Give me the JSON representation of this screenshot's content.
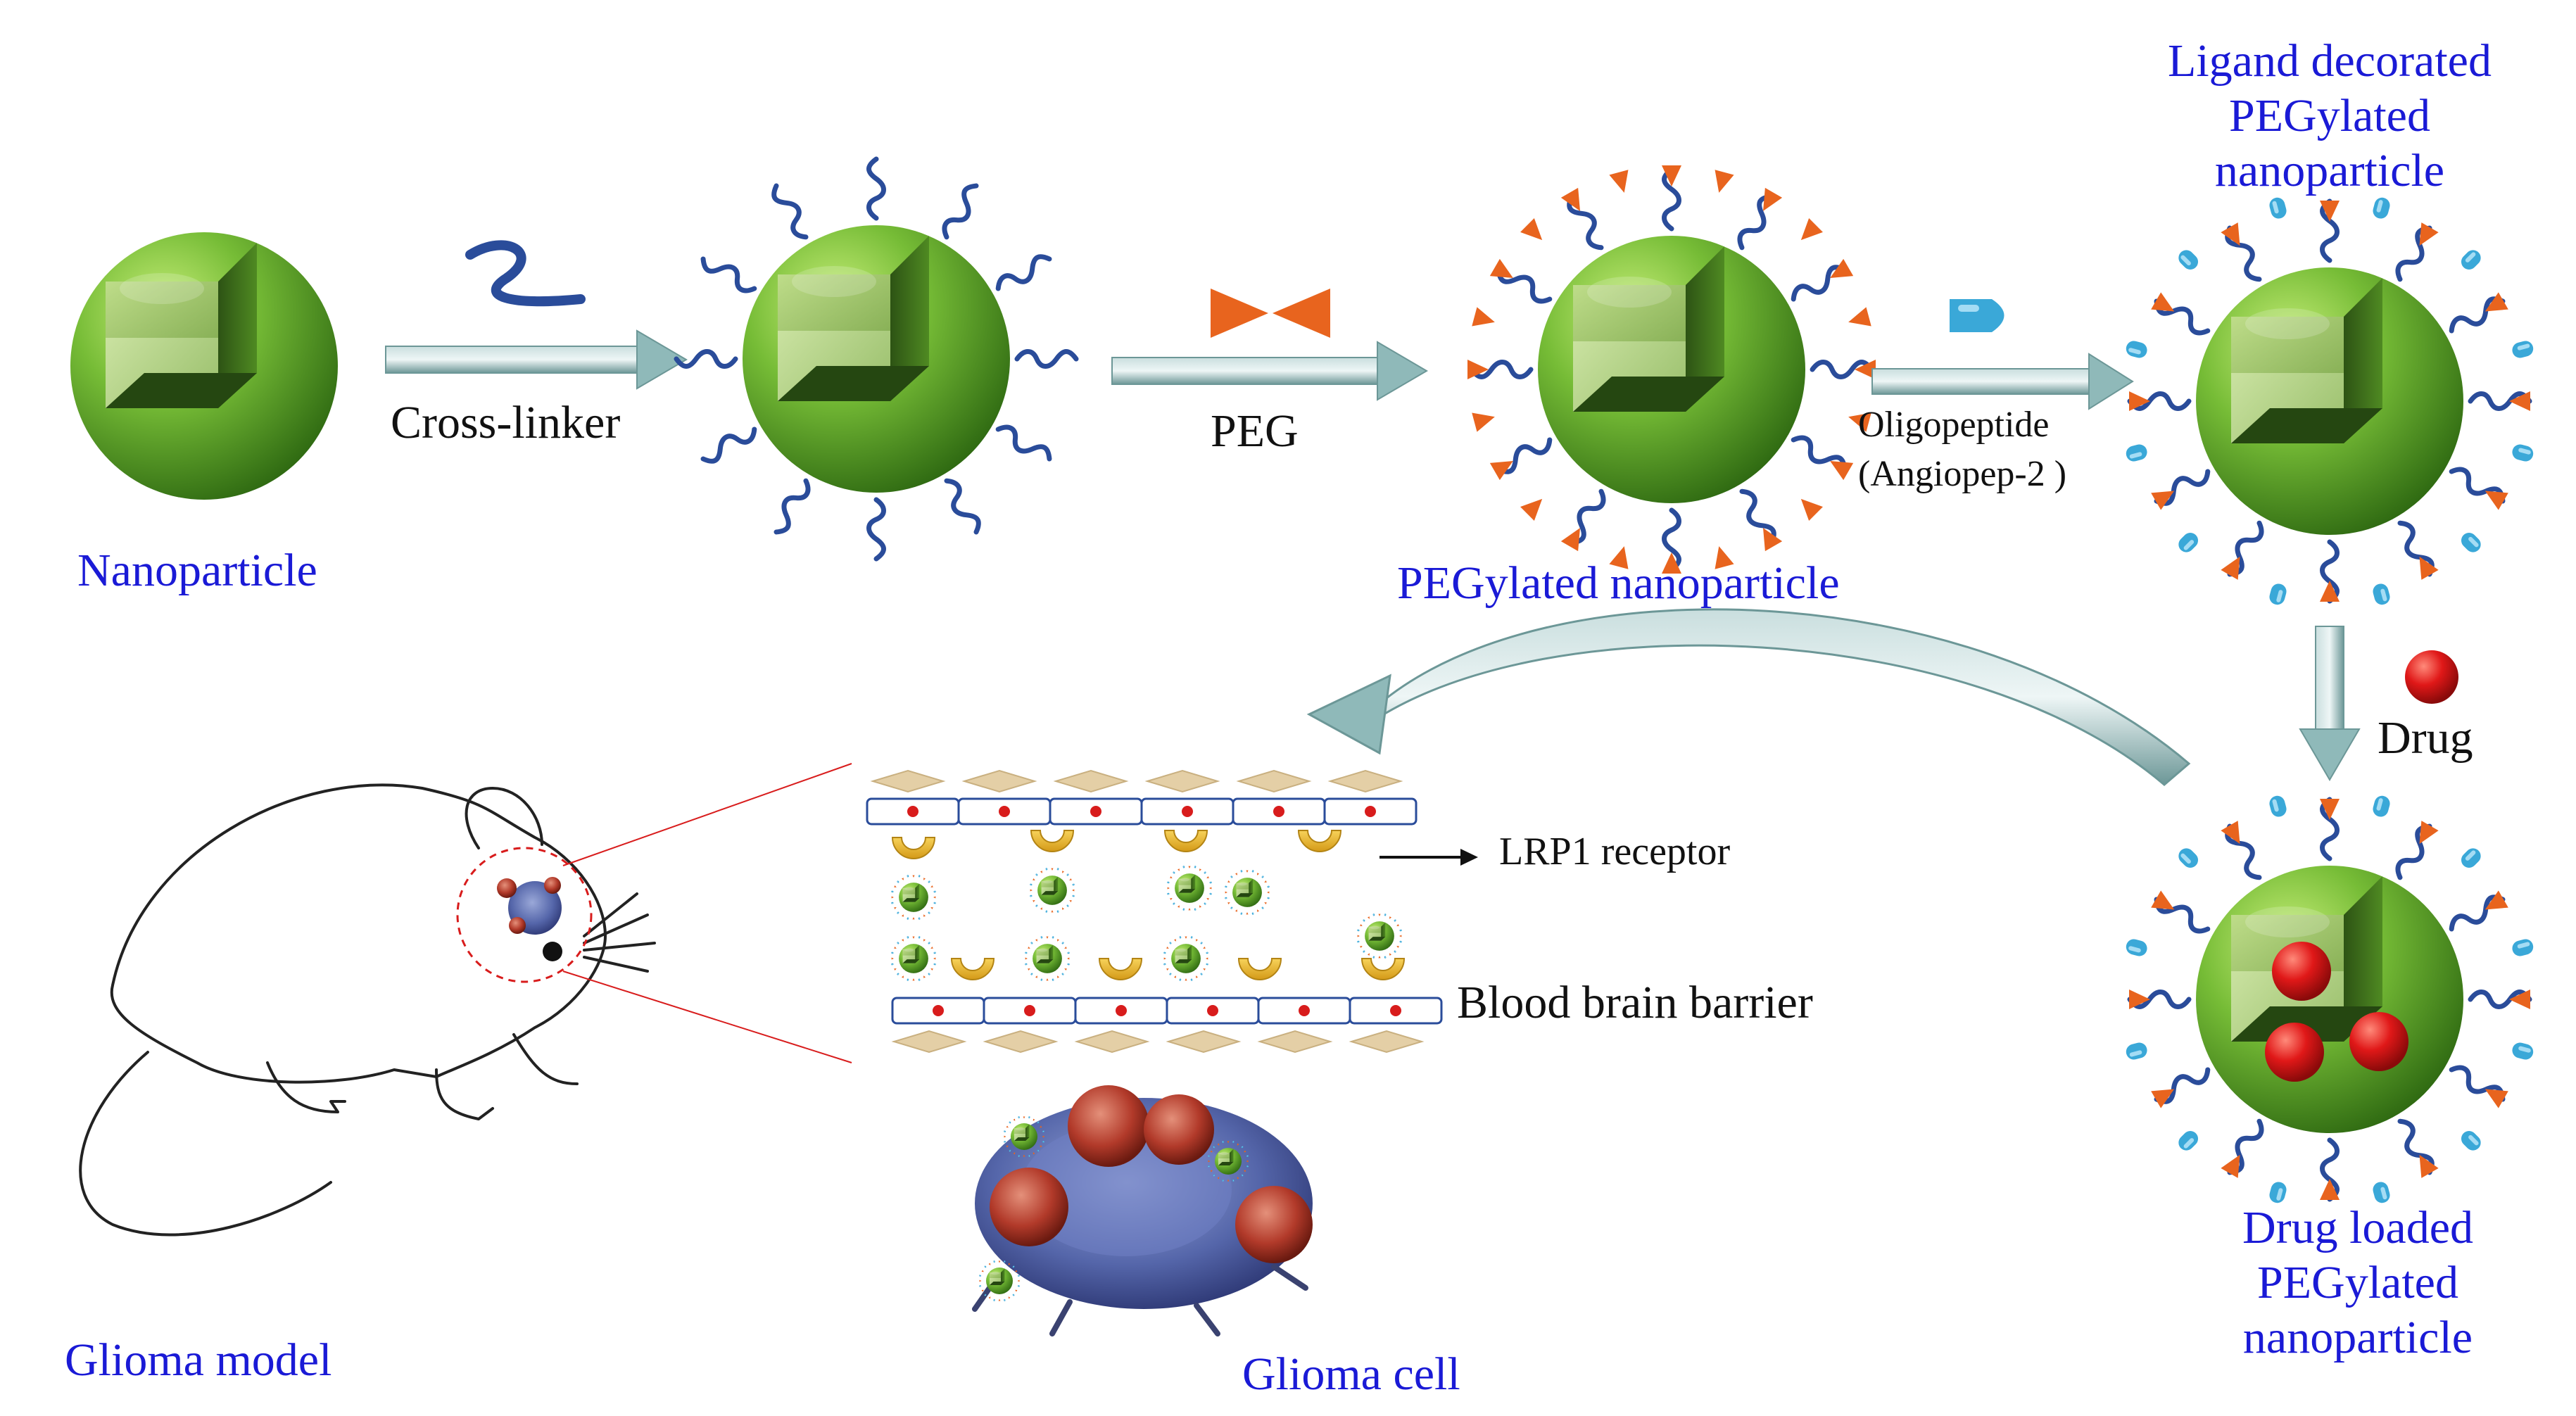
{
  "colors": {
    "label_blue": "#1a1ad6",
    "label_black": "#111111",
    "sphere_green": "#6fb53a",
    "peg_orange": "#e8641e",
    "ligand_cyan": "#3aa8d8",
    "linker_blue": "#2a4c9a",
    "drug_red": "#d81c1c",
    "arrow_teal": "#8fb9b9"
  },
  "labels": {
    "nanoparticle": "Nanoparticle",
    "cross_linker": "Cross-linker",
    "peg": "PEG",
    "pegylated_nanoparticle": "PEGylated nanoparticle",
    "oligopeptide": "Oligopeptide",
    "angiopep": "(Angiopep-2 )",
    "ligand_decorated": "Ligand decorated\nPEGylated\nnanoparticle",
    "drug": "Drug",
    "drug_loaded": "Drug loaded\nPEGylated\nnanoparticle",
    "lrp1_receptor": "LRP1 receptor",
    "blood_brain_barrier": "Blood brain barrier",
    "glioma_model": "Glioma model",
    "glioma_cell": "Glioma cell"
  },
  "icons": [
    "nanoparticle-sphere-icon",
    "cross-linker-icon",
    "peg-bowtie-icon",
    "oligopeptide-icon",
    "drug-sphere-icon",
    "mouse-illustration",
    "glioma-cell-illustration",
    "blood-brain-barrier-illustration"
  ]
}
